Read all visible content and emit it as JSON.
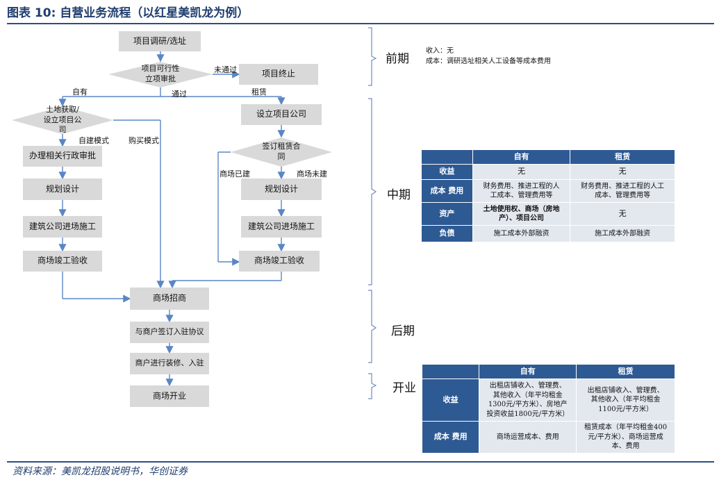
{
  "title": "图表 10:  自营业务流程（以红星美凯龙为例）",
  "source": "资料来源：美凯龙招股说明书，华创证券",
  "flow": {
    "site_research": "项目调研/选址",
    "feasibility": "项目可行性\n立项审批",
    "terminate": "项目终止",
    "land": "土地获取/\n设立项目公\n司",
    "setup_company": "设立项目公司",
    "sign_lease": "签订租赁合\n同",
    "admin_approval": "办理相关行政审批",
    "plan_left": "规划设计",
    "construct_left": "建筑公司进场施工",
    "complete_left": "商场竣工验收",
    "plan_right": "规划设计",
    "construct_right": "建筑公司进场施工",
    "complete_right": "商场竣工验收",
    "merchants": "商场招商",
    "sign_agreement": "与商户签订入驻协议",
    "decorate": "商户进行装修、入驻",
    "open": "商场开业",
    "labels": {
      "not_pass": "未通过",
      "pass": "通过",
      "own": "自有",
      "lease": "租赁",
      "self_build": "自建模式",
      "purchase": "购买模式",
      "built": "商场已建",
      "not_built": "商场未建"
    }
  },
  "phases": {
    "pre": "前期",
    "mid": "中期",
    "post": "后期",
    "open": "开业"
  },
  "pre_note": {
    "income": "收入：无",
    "cost": "成本：调研选址相关人工设备等成本费用"
  },
  "mid_table": {
    "headers": [
      "",
      "自有",
      "租赁"
    ],
    "rows": [
      [
        "收益",
        "无",
        "无"
      ],
      [
        "成本 费用",
        "财务费用、推进工程的人\n工成本、管理费用等",
        "财务费用、推进工程的人工\n成本、管理费用等"
      ],
      [
        "资产",
        "土地使用权、商场（房地\n产）、项目公司",
        "无"
      ],
      [
        "负债",
        "施工成本外部融资",
        "施工成本外部融资"
      ]
    ]
  },
  "open_table": {
    "headers": [
      "",
      "自有",
      "租赁"
    ],
    "rows": [
      [
        "收益",
        "出租店铺收入、管理费、\n其他收入（年平均租金\n1300元/平方米）、房地产\n投资收益1800元/平方米）",
        "出租店铺收入、管理费、\n其他收入（年平均租金\n1100元/平方米）"
      ],
      [
        "成本 费用",
        "商场运营成本、费用",
        "租赁成本（年平均租金400\n元/平方米）、商场运营成\n本、费用"
      ]
    ]
  }
}
